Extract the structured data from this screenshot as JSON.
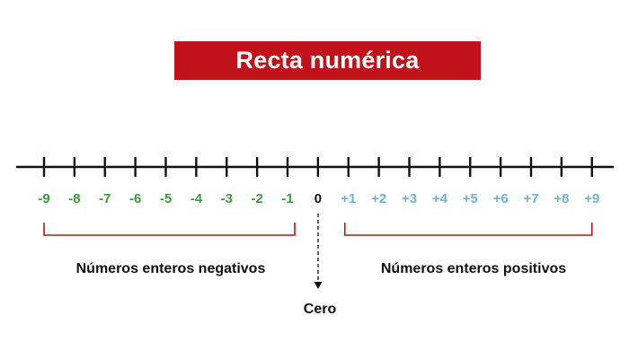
{
  "title": "Recta numérica",
  "colors": {
    "banner": "#c1121c",
    "negative": "#3d9a3d",
    "positive": "#6fb3d2",
    "zero": "#111111",
    "bracket": "#c1121c",
    "line": "#111111"
  },
  "ticks": {
    "negative": [
      "-9",
      "-8",
      "-7",
      "-6",
      "-5",
      "-4",
      "-3",
      "-2",
      "-1"
    ],
    "zero": "0",
    "positive": [
      "+1",
      "+2",
      "+3",
      "+4",
      "+5",
      "+6",
      "+7",
      "+8",
      "+9"
    ]
  },
  "captions": {
    "negative": "Números enteros negativos",
    "positive": "Números enteros positivos",
    "zero": "Cero"
  }
}
